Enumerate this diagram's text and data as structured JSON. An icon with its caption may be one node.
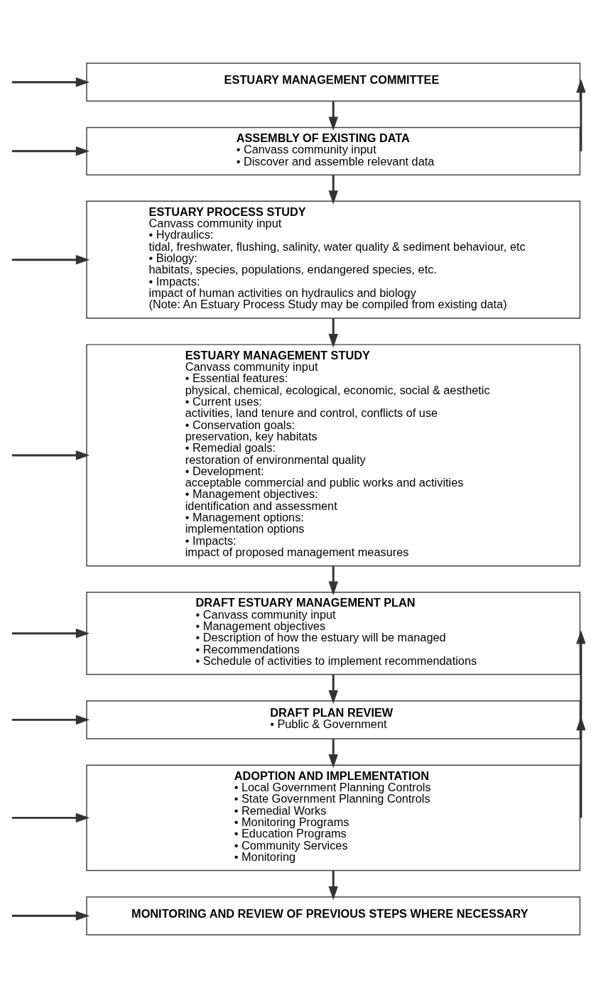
{
  "diagram": {
    "nodes": [
      {
        "text": [
          "ESTUARY MANAGEMENT COMMITTEE"
        ]
      },
      {
        "text": [
          "ASSEMBLY OF EXISTING DATA",
          "• Canvass community input",
          "• Discover and assemble relevant data"
        ]
      },
      {
        "text": [
          "ESTUARY PROCESS STUDY",
          "Canvass community input",
          "• Hydraulics:",
          "tidal, freshwater, flushing, salinity, water quality & sediment behaviour, etc",
          "• Biology:",
          "habitats, species, populations, endangered species, etc.",
          "• Impacts:",
          "impact of human activities on hydraulics and biology",
          "(Note: An Estuary Process Study may be compiled from existing data)"
        ]
      },
      {
        "text": [
          "ESTUARY MANAGEMENT STUDY",
          "Canvass community input",
          "• Essential features:",
          "physical, chemical, ecological, economic, social & aesthetic",
          "• Current uses:",
          "activities, land tenure and control, conflicts of use",
          "• Conservation goals:",
          "preservation, key habitats",
          "• Remedial goals:",
          "restoration of environmental quality",
          "• Development:",
          "acceptable commercial and public works and activities",
          "• Management objectives:",
          "identification and assessment",
          "• Management options:",
          "implementation options",
          "• Impacts:",
          "impact of proposed management measures"
        ]
      },
      {
        "text": [
          "DRAFT ESTUARY MANAGEMENT PLAN",
          "• Canvass community input",
          "• Management objectives",
          "• Description of how the estuary will be managed",
          "• Recommendations",
          "• Schedule of activities to implement recommendations"
        ]
      },
      {
        "text": [
          "DRAFT PLAN REVIEW",
          "• Public & Government"
        ]
      },
      {
        "text": [
          "ADOPTION AND IMPLEMENTATION",
          "• Local Government Planning Controls",
          "• State Government Planning Controls",
          "• Remedial Works",
          "• Monitoring Programs",
          "• Education Programs",
          "• Community Services",
          "• Monitoring"
        ]
      },
      {
        "text": [
          "MONITORING AND REVIEW OF PREVIOUS STEPS WHERE NECESSARY"
        ]
      }
    ],
    "edges": [
      {
        "from": 0,
        "to": 1,
        "arrow": "to"
      },
      {
        "from": 1,
        "to": 2,
        "arrow": "to"
      },
      {
        "from": 2,
        "to": 3,
        "arrow": "to"
      },
      {
        "from": 3,
        "to": 4,
        "arrow": "to"
      },
      {
        "from": 4,
        "to": 5,
        "arrow": "to"
      },
      {
        "from": 5,
        "to": 6,
        "arrow": "to"
      },
      {
        "from": 6,
        "to": 7,
        "arrow": "to"
      },
      {
        "from": null,
        "to": 0,
        "arrow": "to"
      },
      {
        "from": null,
        "to": 1,
        "arrow": "to"
      },
      {
        "from": null,
        "to": 2,
        "arrow": "to"
      },
      {
        "from": null,
        "to": 3,
        "arrow": "to"
      },
      {
        "from": null,
        "to": 4,
        "arrow": "to"
      },
      {
        "from": null,
        "to": 5,
        "arrow": "to"
      },
      {
        "from": null,
        "to": 6,
        "arrow": "to"
      },
      {
        "from": null,
        "to": 7,
        "arrow": "to"
      },
      {
        "from": 1,
        "to": 0,
        "arrow": "to"
      },
      {
        "from": 5,
        "to": 4,
        "arrow": "to"
      },
      {
        "from": 6,
        "to": 5,
        "arrow": "to"
      }
    ]
  }
}
